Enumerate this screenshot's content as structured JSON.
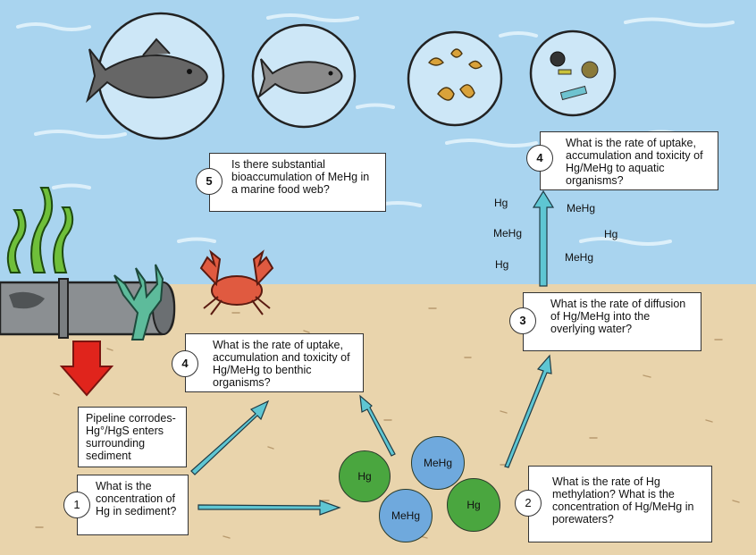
{
  "colors": {
    "water": "#a9d4ef",
    "sediment": "#e9d4ac",
    "hg": "#4aa63f",
    "mehg": "#6fa9dd",
    "arrow": "#5ec6d3",
    "red_arrow": "#e0241c"
  },
  "boxes": {
    "q5": {
      "num": "5",
      "text": "Is there substantial bioaccumulation of MeHg in a marine food web?"
    },
    "q4_aquatic": {
      "num": "4",
      "text": "What is the rate of uptake, accumulation and toxicity of Hg/MeHg to aquatic organisms?"
    },
    "q3": {
      "num": "3",
      "text": "What is the rate of diffusion of Hg/MeHg into the overlying water?"
    },
    "q4_benthic": {
      "num": "4",
      "text": "What is the rate of uptake, accumulation and toxicity of Hg/MeHg to benthic organisms?"
    },
    "pipeline": {
      "text": "Pipeline corrodes-Hg°/HgS enters surrounding sediment"
    },
    "q1": {
      "num": "1",
      "text": "What is the concentration of Hg in sediment?"
    },
    "q2": {
      "num": "2",
      "text": "What is the rate of Hg methylation? What is the concentration of Hg/MeHg in porewaters?"
    }
  },
  "water_labels": [
    "Hg",
    "MeHg",
    "MeHg",
    "Hg",
    "Hg",
    "MeHg"
  ],
  "molecules": [
    "Hg",
    "MeHg",
    "MeHg",
    "Hg"
  ],
  "icons": [
    "large-fish-icon",
    "small-fish-icon",
    "zooplankton-icon",
    "phytoplankton-icon",
    "seaweed-icon",
    "coral-icon",
    "crab-icon",
    "pipeline-icon"
  ]
}
